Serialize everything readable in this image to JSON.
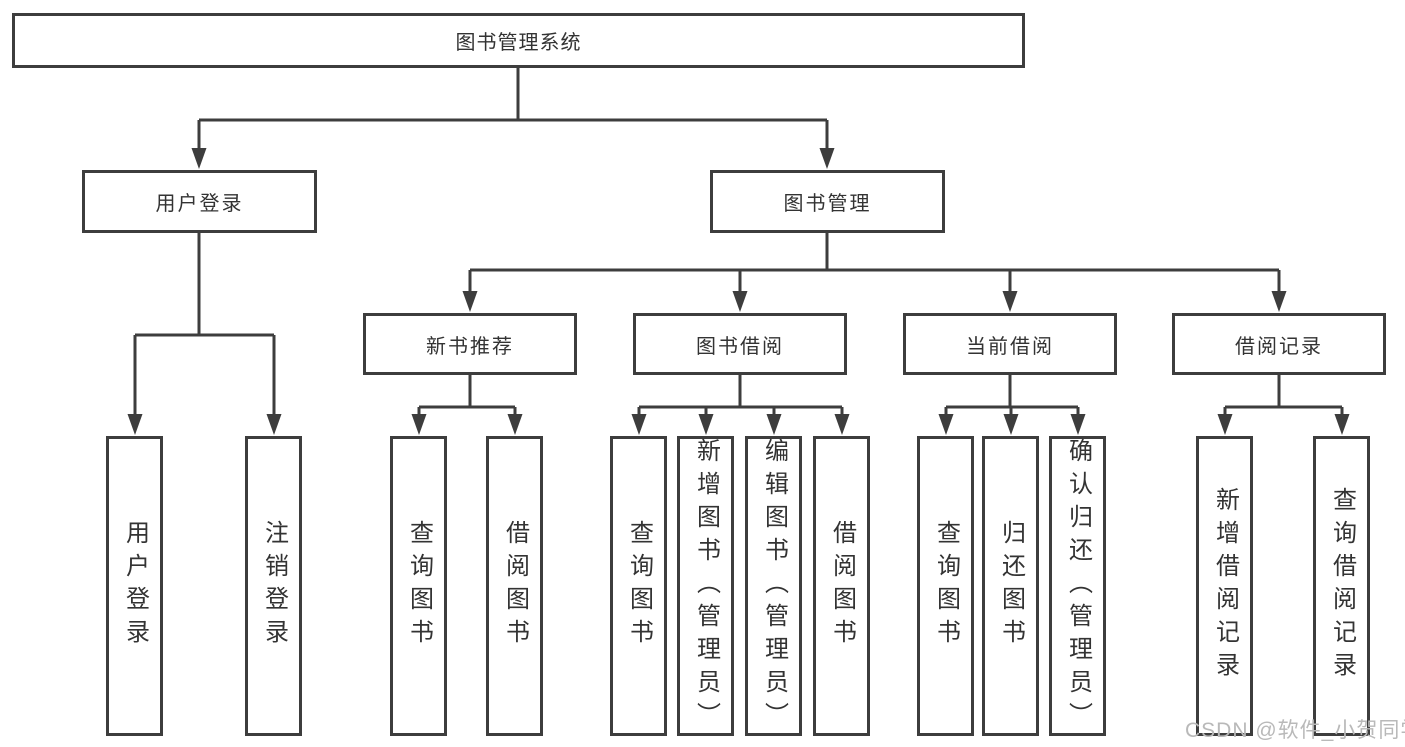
{
  "diagram_title": "图书管理系统",
  "tree": {
    "label": "图书管理系统",
    "children": [
      {
        "label": "用户登录",
        "children": [
          {
            "label": "用户登录"
          },
          {
            "label": "注销登录"
          }
        ]
      },
      {
        "label": "图书管理",
        "children": [
          {
            "label": "新书推荐",
            "children": [
              {
                "label": "查询图书"
              },
              {
                "label": "借阅图书"
              }
            ]
          },
          {
            "label": "图书借阅",
            "children": [
              {
                "label": "查询图书"
              },
              {
                "label": "新增图书（管理员）"
              },
              {
                "label": "编辑图书（管理员）"
              },
              {
                "label": "借阅图书"
              }
            ]
          },
          {
            "label": "当前借阅",
            "children": [
              {
                "label": "查询图书"
              },
              {
                "label": "归还图书"
              },
              {
                "label": "确认归还（管理员）"
              }
            ]
          },
          {
            "label": "借阅记录",
            "children": [
              {
                "label": "新增借阅记录"
              },
              {
                "label": "查询借阅记录"
              }
            ]
          }
        ]
      }
    ]
  },
  "watermark": "CSDN @软件_小贺同学",
  "colors": {
    "line": "#3d3d3d",
    "text": "#333333",
    "watermark": "#b9b9b9",
    "background": "#ffffff"
  }
}
